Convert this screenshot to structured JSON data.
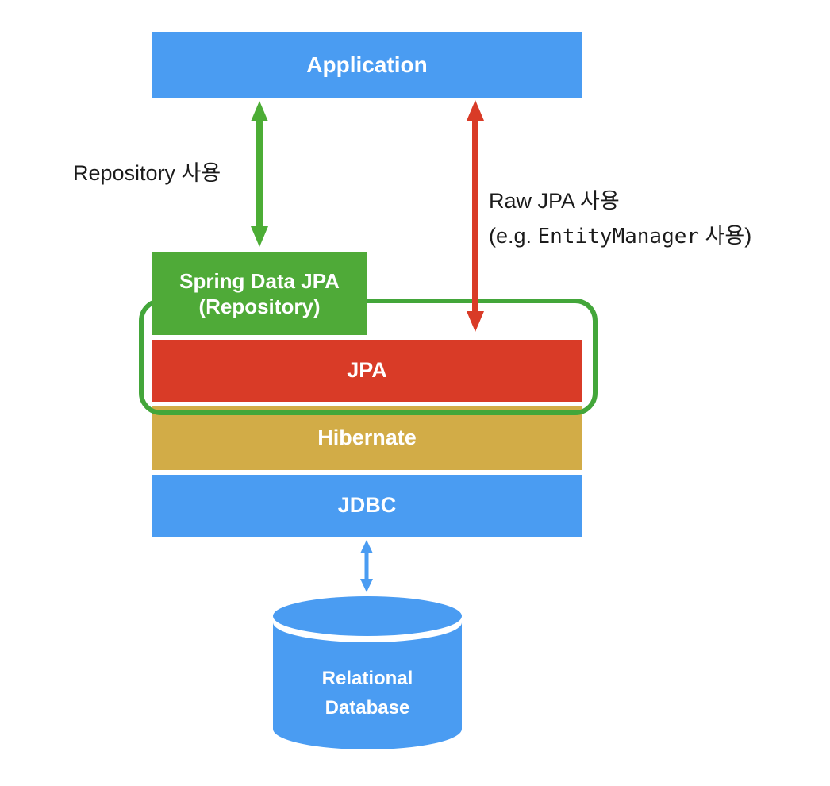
{
  "colors": {
    "blue": "#4A9CF2",
    "green": "#4FAA38",
    "green_arrow": "#4CAD35",
    "green_outline": "#43A63A",
    "red": "#D93B27",
    "gold": "#D2AC47",
    "label_black": "#1B1B1B",
    "white": "#FFFFFF"
  },
  "layers": {
    "application": "Application",
    "spring_data_jpa_line1": "Spring Data JPA",
    "spring_data_jpa_line2": "(Repository)",
    "jpa": "JPA",
    "hibernate": "Hibernate",
    "jdbc": "JDBC"
  },
  "database": {
    "line1": "Relational",
    "line2": "Database"
  },
  "annotations": {
    "repository_usage": "Repository 사용",
    "raw_jpa_line1": "Raw JPA 사용",
    "raw_jpa_line2_prefix": "(e.g. ",
    "raw_jpa_line2_code": "EntityManager",
    "raw_jpa_line2_suffix": " 사용)"
  }
}
